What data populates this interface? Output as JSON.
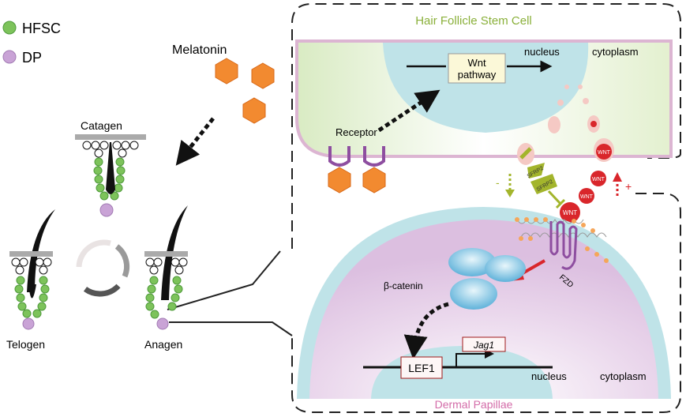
{
  "legend": [
    {
      "label": "HFSC",
      "color": "#7dc35b"
    },
    {
      "label": "DP",
      "color": "#c9a3d6"
    }
  ],
  "left": {
    "melatonin": "Melatonin",
    "catagen": "Catagen",
    "telogen": "Telogen",
    "anagen": "Anagen"
  },
  "hfsc_cell": {
    "title": "Hair Follicle Stem Cell",
    "wnt_line1": "Wnt",
    "wnt_line2": "pathway",
    "nucleus": "nucleus",
    "cytoplasm": "cytoplasm",
    "receptor": "Receptor"
  },
  "signals": {
    "sfrp2": "SFRP2",
    "wnt": "WNT",
    "minus": "-",
    "plus": "+",
    "fzd": "FZD"
  },
  "dp_cell": {
    "title": "Dermal Papillae",
    "beta_catenin": "β-catenin",
    "lef1": "LEF1",
    "jag1": "Jag1",
    "nucleus": "nucleus",
    "cytoplasm": "cytoplasm"
  },
  "colors": {
    "hfsc_title": "#8ab03a",
    "dp_title": "#d36ba8",
    "hexagon": "#f28a30",
    "wnt": "#d9262b",
    "nucleus": "#bfe3e8",
    "sfrp": "#a3b52c"
  }
}
